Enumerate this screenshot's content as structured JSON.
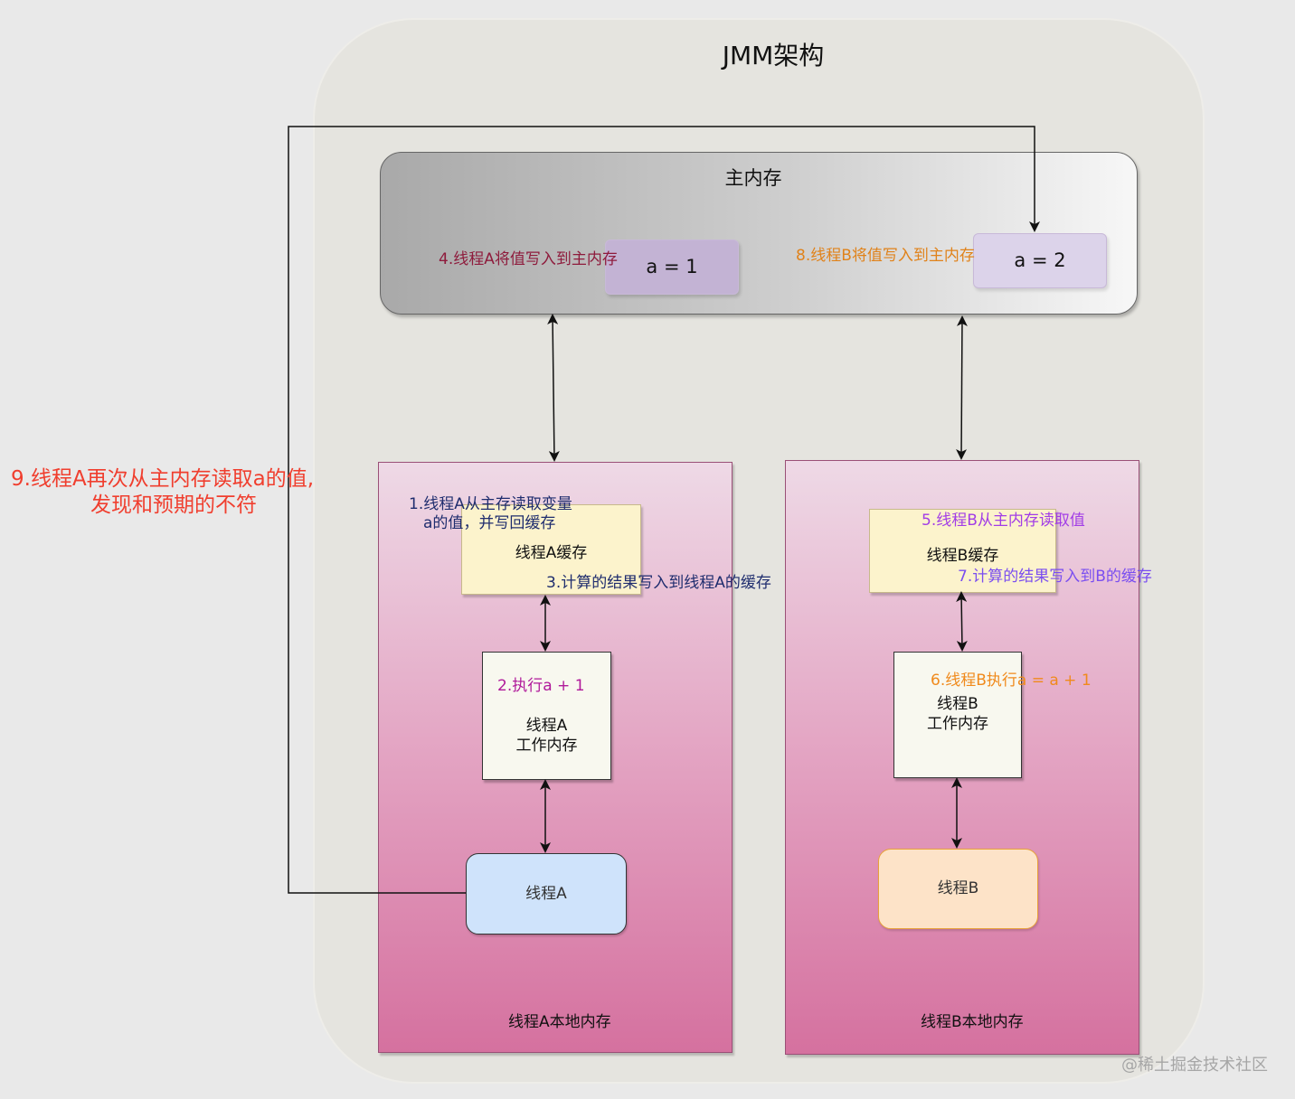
{
  "title": "JMM架构",
  "main_memory": {
    "label": "主内存",
    "var_a": "a = 1",
    "var_b": "a = 2"
  },
  "thread_a": {
    "local_label": "线程A本地内存",
    "cache_label": "线程A缓存",
    "work_label_1": "线程A",
    "work_label_2": "工作内存",
    "thread_label": "线程A"
  },
  "thread_b": {
    "local_label": "线程B本地内存",
    "cache_label": "线程B缓存",
    "work_label_1": "线程B",
    "work_label_2": "工作内存",
    "thread_label": "线程B"
  },
  "steps": {
    "s1_line1": "1.线程A从主存读取变量",
    "s1_line2": "a的值，并写回缓存",
    "s2": "2.执行a + 1",
    "s3": "3.计算的结果写入到线程A的缓存",
    "s4": "4.线程A将值写入到主内存",
    "s5": "5.线程B从主内存读取值",
    "s6": "6.线程B执行a = a + 1",
    "s7": "7.计算的结果写入到B的缓存",
    "s8": "8.线程B将值写入到主内存",
    "s9_line1": "9.线程A再次从主内存读取a的值,",
    "s9_line2": "发现和预期的不符"
  },
  "watermark": "@稀土掘金技术社区",
  "colors": {
    "step1": "#1f2d6e",
    "step2": "#b0199a",
    "step3": "#1f2d6e",
    "step4": "#8e1b3c",
    "step5": "#a23de6",
    "step6": "#f08a1c",
    "step7": "#7a4ef0",
    "step8": "#e0821a",
    "step9": "#f03e2e"
  }
}
